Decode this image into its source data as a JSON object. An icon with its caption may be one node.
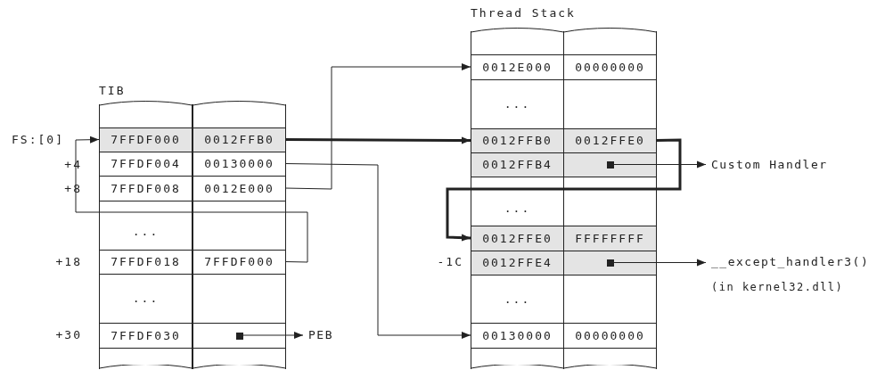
{
  "diagram": {
    "nodes": [
      {
        "text": [
          "TIB"
        ]
      },
      {
        "text": [],
        "shape": "box",
        "in": 0
      },
      {
        "text": [],
        "shape": "box",
        "in": 0
      },
      {
        "text": [
          "7FFDF000"
        ],
        "in": 0
      },
      {
        "text": [
          "0012FFB0"
        ],
        "in": 0
      },
      {
        "text": [
          "7FFDF004"
        ],
        "in": 0
      },
      {
        "text": [
          "00130000"
        ],
        "in": 0
      },
      {
        "text": [
          "7FFDF008"
        ],
        "in": 0
      },
      {
        "text": [
          "0012E000"
        ],
        "in": 0
      },
      {
        "text": [
          "..."
        ],
        "in": 0
      },
      {
        "text": [],
        "shape": "box",
        "in": 0
      },
      {
        "text": [
          "7FFDF018"
        ],
        "in": 0
      },
      {
        "text": [
          "7FFDF000"
        ],
        "in": 0
      },
      {
        "text": [
          "..."
        ],
        "in": 0
      },
      {
        "text": [],
        "shape": "box",
        "in": 0
      },
      {
        "text": [
          "7FFDF030"
        ],
        "in": 0
      },
      {
        "text": [],
        "shape": "box",
        "in": 0
      },
      {
        "text": [],
        "shape": "box",
        "in": 0
      },
      {
        "text": [],
        "shape": "box",
        "in": 0
      },
      {
        "text": [
          "Thread Stack"
        ]
      },
      {
        "text": [],
        "shape": "box",
        "in": 19
      },
      {
        "text": [],
        "shape": "box",
        "in": 19
      },
      {
        "text": [
          "0012E000"
        ],
        "in": 19
      },
      {
        "text": [
          "00000000"
        ],
        "in": 19
      },
      {
        "text": [
          "..."
        ],
        "in": 19
      },
      {
        "text": [],
        "shape": "box",
        "in": 19
      },
      {
        "text": [
          "0012FFB0"
        ],
        "in": 19
      },
      {
        "text": [
          "0012FFE0"
        ],
        "in": 19
      },
      {
        "text": [
          "0012FFB4"
        ],
        "in": 19
      },
      {
        "text": [],
        "shape": "box",
        "in": 19
      },
      {
        "text": [
          "..."
        ],
        "in": 19
      },
      {
        "text": [],
        "shape": "box",
        "in": 19
      },
      {
        "text": [
          "0012FFE0"
        ],
        "in": 19
      },
      {
        "text": [
          "FFFFFFFF"
        ],
        "in": 19
      },
      {
        "text": [
          "0012FFE4"
        ],
        "in": 19
      },
      {
        "text": [],
        "shape": "box",
        "in": 19
      },
      {
        "text": [
          "..."
        ],
        "in": 19
      },
      {
        "text": [],
        "shape": "box",
        "in": 19
      },
      {
        "text": [
          "00130000"
        ],
        "in": 19
      },
      {
        "text": [
          "00000000"
        ],
        "in": 19
      },
      {
        "text": [],
        "shape": "box",
        "in": 19
      },
      {
        "text": [],
        "shape": "box",
        "in": 19
      },
      {
        "text": [
          "Custom Handler"
        ]
      },
      {
        "text": [
          "__except_handler3()"
        ],
        "beside": [
          "(in kernel32.dll)"
        ]
      },
      {
        "text": [
          "PEB"
        ]
      }
    ],
    "edges": [
      {
        "from": 12,
        "to": 3,
        "arrow": "to"
      },
      {
        "from": 4,
        "to": 26,
        "arrow": "to",
        "style": "thick"
      },
      {
        "from": 6,
        "to": 38,
        "arrow": "to"
      },
      {
        "from": 8,
        "to": 22,
        "arrow": "to"
      },
      {
        "from": 27,
        "to": 32,
        "arrow": "to",
        "style": "thick"
      },
      {
        "from": 29,
        "to": 42,
        "arrow": "to"
      },
      {
        "from": 35,
        "to": 43,
        "arrow": "to"
      },
      {
        "from": 16,
        "to": 44,
        "arrow": "to"
      }
    ],
    "labels": [
      "FS:[0]",
      "+4",
      "+8",
      "+18",
      "+30",
      "-1C"
    ]
  }
}
